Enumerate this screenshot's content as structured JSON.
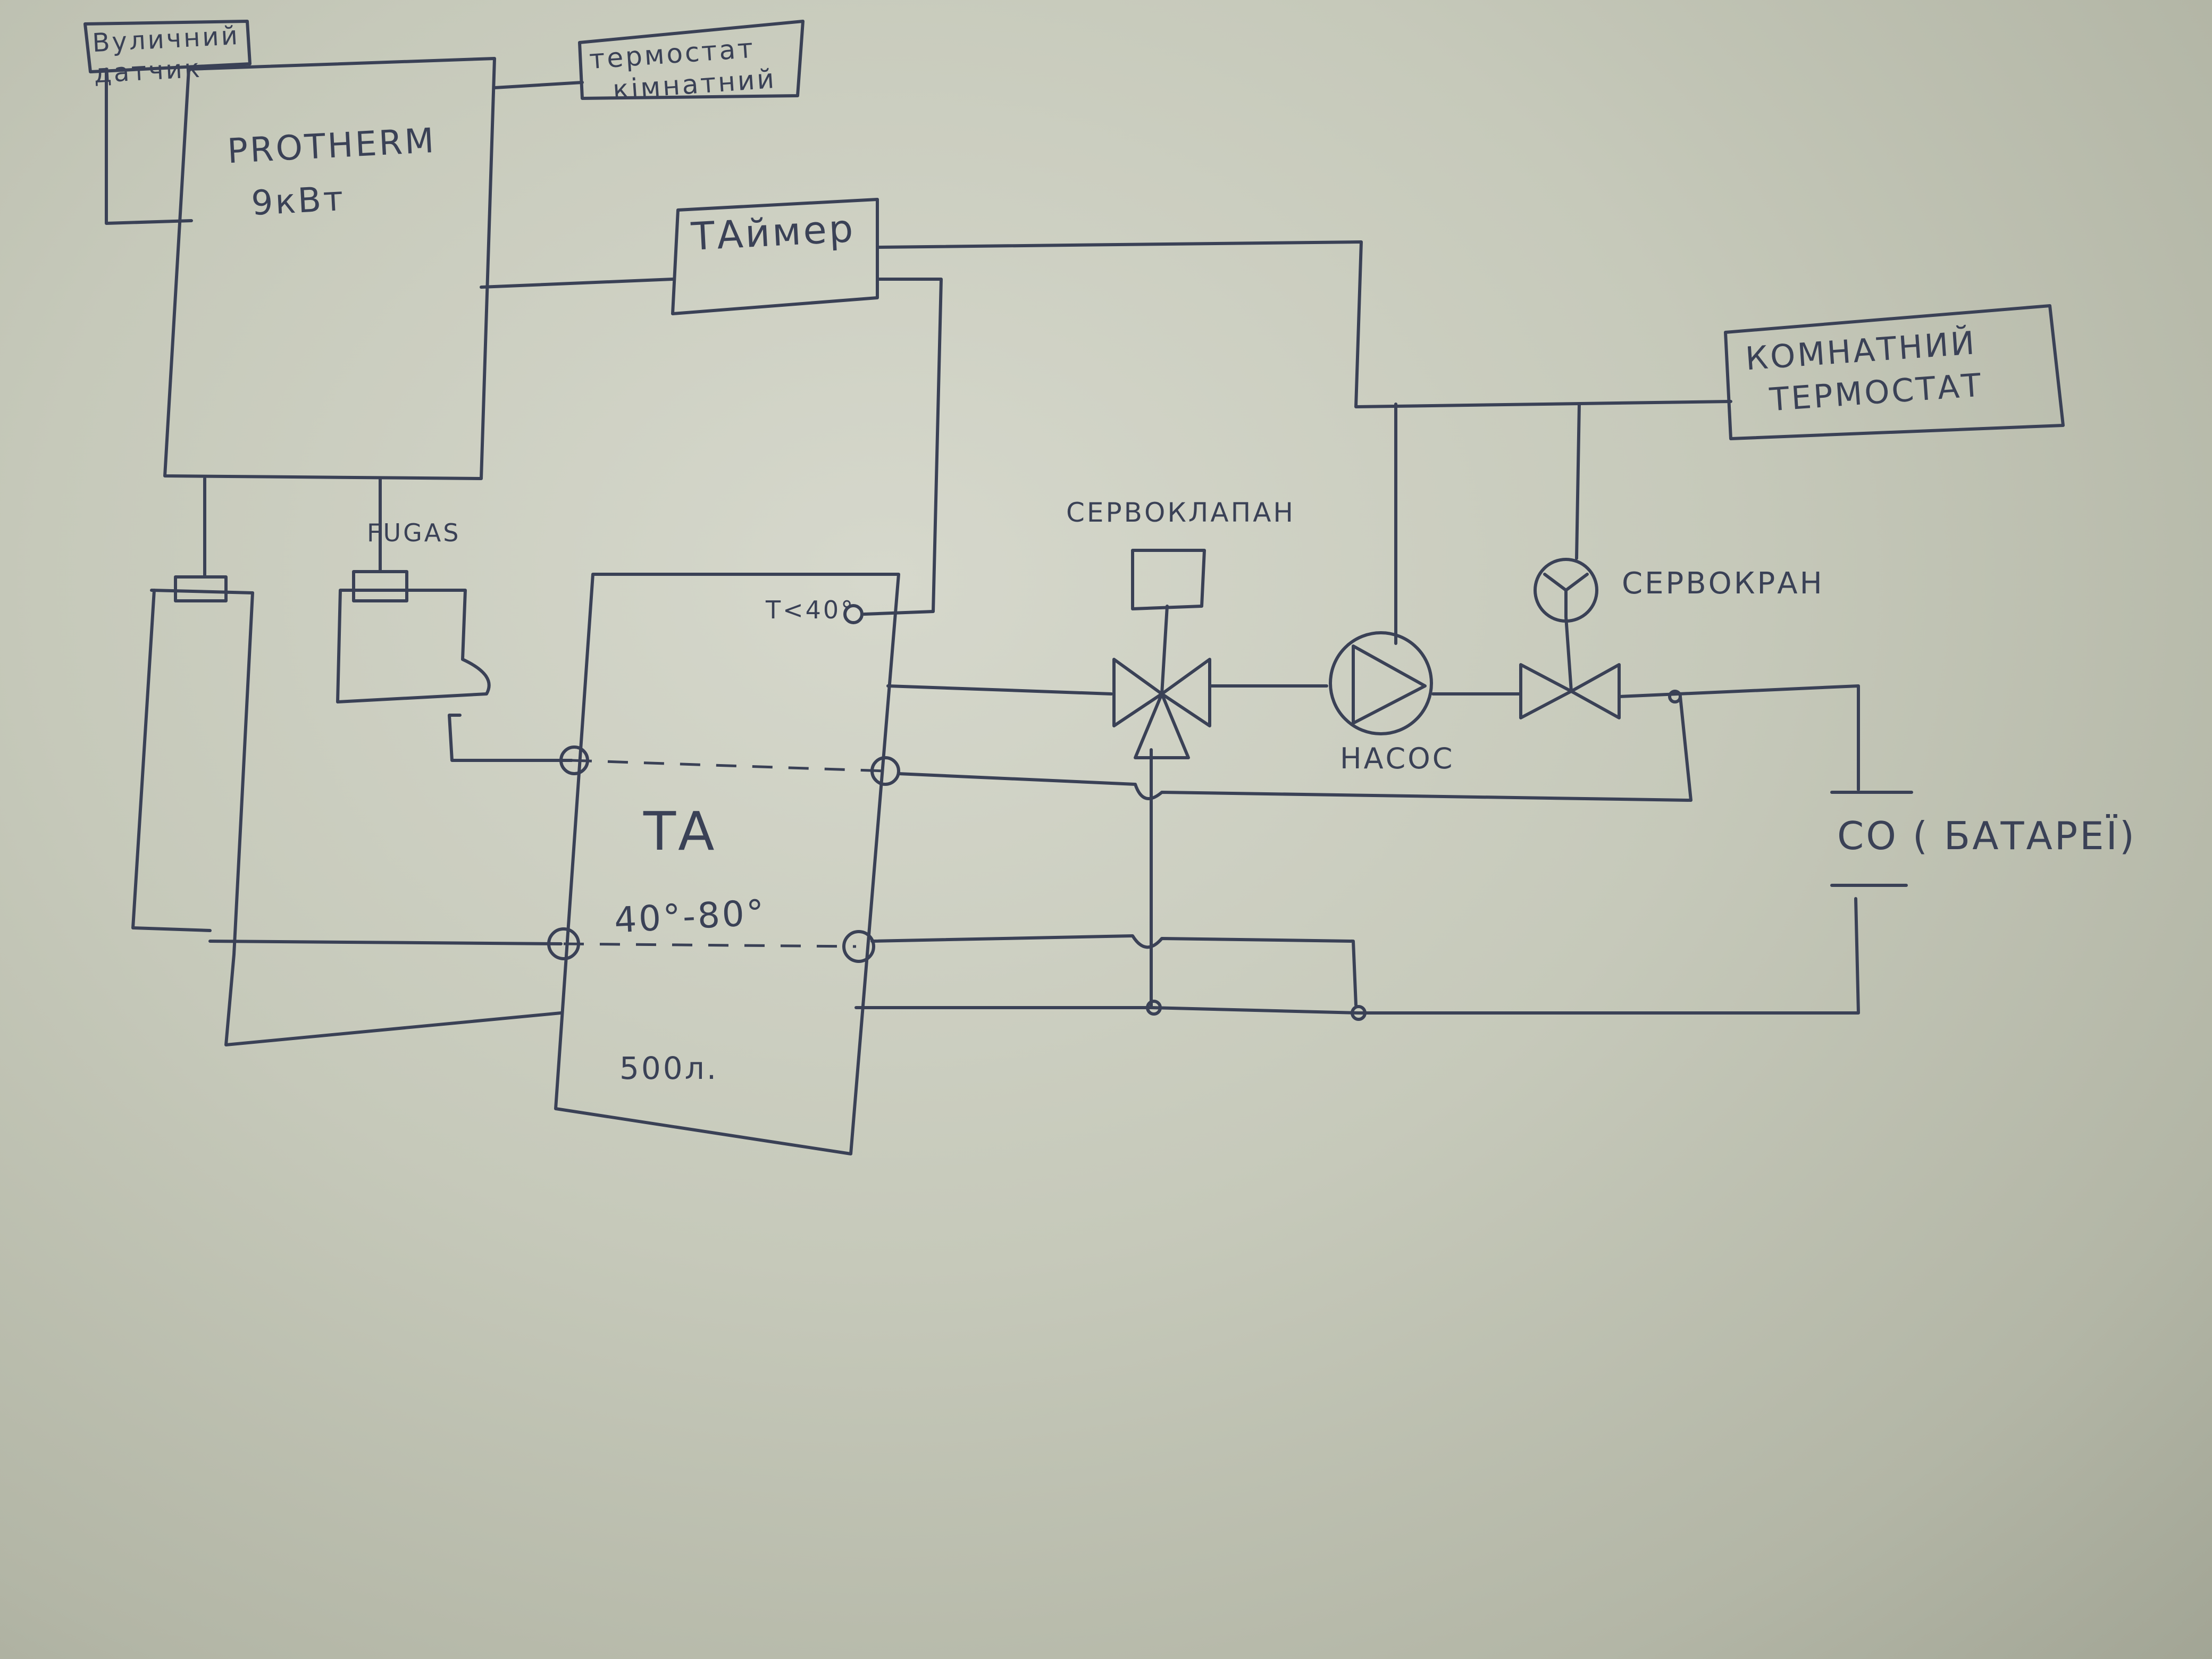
{
  "labels": {
    "outdoor_sensor": [
      "Вуличний",
      "датчик"
    ],
    "thermostat_room_top": [
      "термостат",
      "кімнатний"
    ],
    "boiler": [
      "PROTHERM",
      "9кВт"
    ],
    "timer": "ТАймер",
    "room_thermostat_right": [
      "КОМНАТНИЙ",
      "ТЕРМОСТАТ"
    ],
    "servo_valve": "СЕРВОКЛАПАН",
    "servo_tap": "СЕРВОКРАН",
    "pump": "НАСОС",
    "fugas": "FUGAS",
    "tank_temp": "T<40°",
    "tank": "ТА",
    "tank_range": "40°-80°",
    "tank_volume": "500л.",
    "radiators": "СО ( БАТАРЕЇ)"
  },
  "colors": {
    "ink": "#3a4156",
    "paper": "#d6d8cc"
  }
}
